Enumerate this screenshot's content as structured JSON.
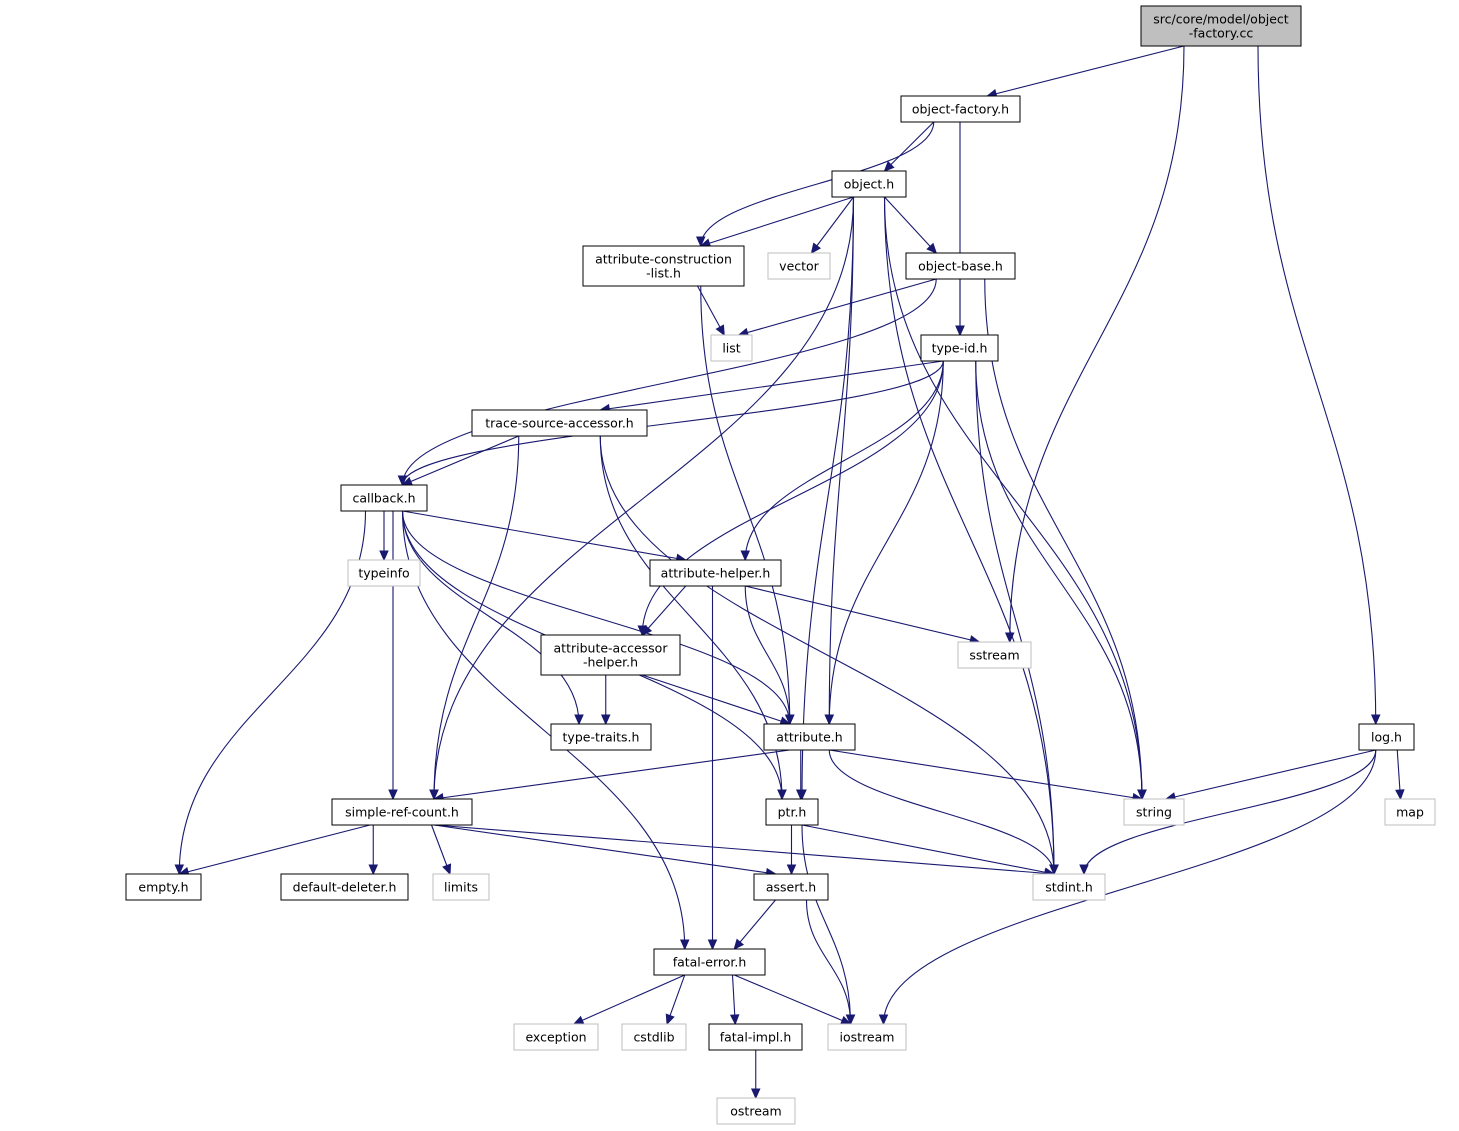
{
  "graph": {
    "colors": {
      "edge": "#191970",
      "root_fill": "#bfbfbf",
      "system_border": "#bfbfbf",
      "file_border": "#000000"
    },
    "nodes": [
      {
        "id": "root",
        "lines": [
          "src/core/model/object",
          "-factory.cc"
        ],
        "kind": "root"
      },
      {
        "id": "object-factory-h",
        "lines": [
          "object-factory.h"
        ],
        "kind": "file"
      },
      {
        "id": "object-h",
        "lines": [
          "object.h"
        ],
        "kind": "file"
      },
      {
        "id": "attribute-construction-list-h",
        "lines": [
          "attribute-construction",
          "-list.h"
        ],
        "kind": "file"
      },
      {
        "id": "vector",
        "lines": [
          "vector"
        ],
        "kind": "system"
      },
      {
        "id": "object-base-h",
        "lines": [
          "object-base.h"
        ],
        "kind": "file"
      },
      {
        "id": "list",
        "lines": [
          "list"
        ],
        "kind": "system"
      },
      {
        "id": "type-id-h",
        "lines": [
          "type-id.h"
        ],
        "kind": "file"
      },
      {
        "id": "trace-source-accessor-h",
        "lines": [
          "trace-source-accessor.h"
        ],
        "kind": "file"
      },
      {
        "id": "callback-h",
        "lines": [
          "callback.h"
        ],
        "kind": "file"
      },
      {
        "id": "typeinfo",
        "lines": [
          "typeinfo"
        ],
        "kind": "system"
      },
      {
        "id": "attribute-helper-h",
        "lines": [
          "attribute-helper.h"
        ],
        "kind": "file"
      },
      {
        "id": "attribute-accessor-helper-h",
        "lines": [
          "attribute-accessor",
          "-helper.h"
        ],
        "kind": "file"
      },
      {
        "id": "sstream",
        "lines": [
          "sstream"
        ],
        "kind": "system"
      },
      {
        "id": "type-traits-h",
        "lines": [
          "type-traits.h"
        ],
        "kind": "file"
      },
      {
        "id": "attribute-h",
        "lines": [
          "attribute.h"
        ],
        "kind": "file"
      },
      {
        "id": "log-h",
        "lines": [
          "log.h"
        ],
        "kind": "file"
      },
      {
        "id": "simple-ref-count-h",
        "lines": [
          "simple-ref-count.h"
        ],
        "kind": "file"
      },
      {
        "id": "ptr-h",
        "lines": [
          "ptr.h"
        ],
        "kind": "file"
      },
      {
        "id": "string",
        "lines": [
          "string"
        ],
        "kind": "system"
      },
      {
        "id": "map",
        "lines": [
          "map"
        ],
        "kind": "system"
      },
      {
        "id": "empty-h",
        "lines": [
          "empty.h"
        ],
        "kind": "file"
      },
      {
        "id": "default-deleter-h",
        "lines": [
          "default-deleter.h"
        ],
        "kind": "file"
      },
      {
        "id": "limits",
        "lines": [
          "limits"
        ],
        "kind": "system"
      },
      {
        "id": "assert-h",
        "lines": [
          "assert.h"
        ],
        "kind": "file"
      },
      {
        "id": "stdint-h",
        "lines": [
          "stdint.h"
        ],
        "kind": "system"
      },
      {
        "id": "fatal-error-h",
        "lines": [
          "fatal-error.h"
        ],
        "kind": "file"
      },
      {
        "id": "exception",
        "lines": [
          "exception"
        ],
        "kind": "system"
      },
      {
        "id": "cstdlib",
        "lines": [
          "cstdlib"
        ],
        "kind": "system"
      },
      {
        "id": "fatal-impl-h",
        "lines": [
          "fatal-impl.h"
        ],
        "kind": "file"
      },
      {
        "id": "iostream",
        "lines": [
          "iostream"
        ],
        "kind": "system"
      },
      {
        "id": "ostream",
        "lines": [
          "ostream"
        ],
        "kind": "system"
      }
    ],
    "edges": [
      [
        "root",
        "object-factory-h"
      ],
      [
        "root",
        "sstream"
      ],
      [
        "root",
        "log-h"
      ],
      [
        "object-factory-h",
        "object-h"
      ],
      [
        "object-factory-h",
        "attribute-construction-list-h"
      ],
      [
        "object-factory-h",
        "type-id-h"
      ],
      [
        "object-h",
        "attribute-construction-list-h"
      ],
      [
        "object-h",
        "vector"
      ],
      [
        "object-h",
        "object-base-h"
      ],
      [
        "object-h",
        "attribute-h"
      ],
      [
        "object-h",
        "ptr-h"
      ],
      [
        "object-h",
        "simple-ref-count-h"
      ],
      [
        "object-h",
        "string"
      ],
      [
        "object-h",
        "stdint-h"
      ],
      [
        "attribute-construction-list-h",
        "list"
      ],
      [
        "attribute-construction-list-h",
        "attribute-h"
      ],
      [
        "object-base-h",
        "list"
      ],
      [
        "object-base-h",
        "type-id-h"
      ],
      [
        "object-base-h",
        "callback-h"
      ],
      [
        "object-base-h",
        "string"
      ],
      [
        "type-id-h",
        "trace-source-accessor-h"
      ],
      [
        "type-id-h",
        "callback-h"
      ],
      [
        "type-id-h",
        "attribute-helper-h"
      ],
      [
        "type-id-h",
        "attribute-accessor-helper-h"
      ],
      [
        "type-id-h",
        "attribute-h"
      ],
      [
        "type-id-h",
        "string"
      ],
      [
        "type-id-h",
        "stdint-h"
      ],
      [
        "trace-source-accessor-h",
        "callback-h"
      ],
      [
        "trace-source-accessor-h",
        "simple-ref-count-h"
      ],
      [
        "trace-source-accessor-h",
        "ptr-h"
      ],
      [
        "trace-source-accessor-h",
        "stdint-h"
      ],
      [
        "callback-h",
        "typeinfo"
      ],
      [
        "callback-h",
        "attribute-helper-h"
      ],
      [
        "callback-h",
        "type-traits-h"
      ],
      [
        "callback-h",
        "attribute-h"
      ],
      [
        "callback-h",
        "ptr-h"
      ],
      [
        "callback-h",
        "simple-ref-count-h"
      ],
      [
        "callback-h",
        "empty-h"
      ],
      [
        "callback-h",
        "fatal-error-h"
      ],
      [
        "attribute-helper-h",
        "attribute-accessor-helper-h"
      ],
      [
        "attribute-helper-h",
        "sstream"
      ],
      [
        "attribute-helper-h",
        "attribute-h"
      ],
      [
        "attribute-helper-h",
        "fatal-error-h"
      ],
      [
        "attribute-accessor-helper-h",
        "type-traits-h"
      ],
      [
        "attribute-accessor-helper-h",
        "attribute-h"
      ],
      [
        "attribute-h",
        "simple-ref-count-h"
      ],
      [
        "attribute-h",
        "ptr-h"
      ],
      [
        "attribute-h",
        "string"
      ],
      [
        "attribute-h",
        "stdint-h"
      ],
      [
        "log-h",
        "string"
      ],
      [
        "log-h",
        "map"
      ],
      [
        "log-h",
        "stdint-h"
      ],
      [
        "log-h",
        "iostream"
      ],
      [
        "simple-ref-count-h",
        "empty-h"
      ],
      [
        "simple-ref-count-h",
        "default-deleter-h"
      ],
      [
        "simple-ref-count-h",
        "limits"
      ],
      [
        "simple-ref-count-h",
        "assert-h"
      ],
      [
        "simple-ref-count-h",
        "stdint-h"
      ],
      [
        "ptr-h",
        "assert-h"
      ],
      [
        "ptr-h",
        "iostream"
      ],
      [
        "ptr-h",
        "stdint-h"
      ],
      [
        "assert-h",
        "fatal-error-h"
      ],
      [
        "assert-h",
        "iostream"
      ],
      [
        "fatal-error-h",
        "exception"
      ],
      [
        "fatal-error-h",
        "cstdlib"
      ],
      [
        "fatal-error-h",
        "fatal-impl-h"
      ],
      [
        "fatal-error-h",
        "iostream"
      ],
      [
        "fatal-impl-h",
        "ostream"
      ]
    ]
  }
}
